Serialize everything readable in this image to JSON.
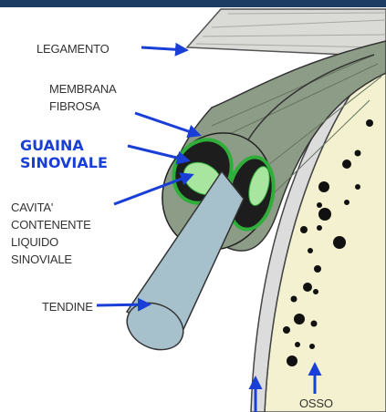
{
  "labels": {
    "legamento": "LEGAMENTO",
    "membrana_fibrosa": "MEMBRANA\nFIBROSA",
    "guaina_sinoviale": "GUAINA\nSINOVIALE",
    "cavita": "CAVITA'\nCONTENENTE\nLIQUIDO\nSINOVIALE",
    "tendine": "TENDINE",
    "osso": "OSSO"
  },
  "colors": {
    "top_bar": "#1c3c64",
    "arrow": "#1a3fd6",
    "guaina_label": "#1a3fd6",
    "label_text": "#333333",
    "ligament": "#d6d6d2",
    "membrane": "#8d9c86",
    "synovial": "#2fae3a",
    "fluid": "#a8e6a0",
    "tendon": "#a6c0cc",
    "bone": "#f3f1cf",
    "marrow_holes": "#111111"
  }
}
